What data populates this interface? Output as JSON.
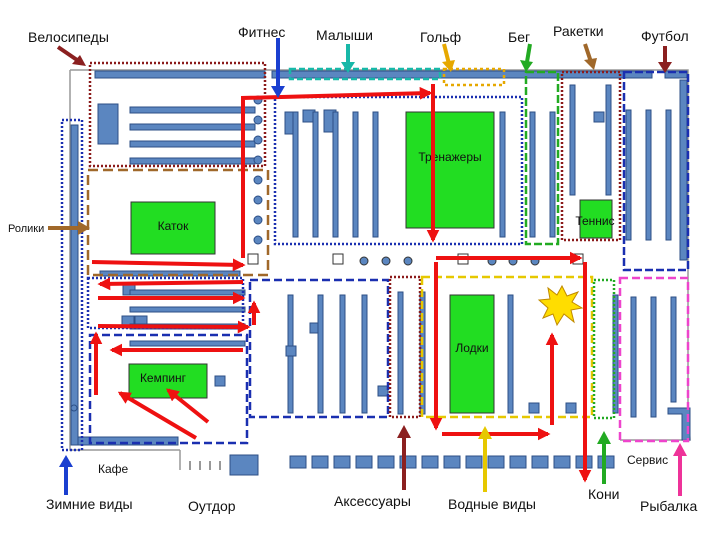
{
  "labels": {
    "bikes": "Велосипеды",
    "fitness": "Фитнес",
    "kids": "Малыши",
    "golf": "Гольф",
    "running": "Бег",
    "rackets": "Ракетки",
    "football": "Футбол",
    "rollers": "Ролики",
    "trainers": "Тренажеры",
    "tennis": "Теннис",
    "rink": "Каток",
    "boats": "Лодки",
    "camping": "Кемпинг",
    "cafe": "Кафе",
    "service": "Сервис",
    "winter": "Зимние виды",
    "outdoor": "Оутдор",
    "accessories": "Аксессуары",
    "water": "Водные виды",
    "horses": "Кони",
    "fishing": "Рыбалка"
  },
  "colors": {
    "shelf_fill": "#5b86c0",
    "shelf_stroke": "#2c4f86",
    "display_green": "#22dd22",
    "route_red": "#ee1111",
    "zone_navy": "#1a2fb0",
    "zone_maroon": "#8b1a1a",
    "zone_teal": "#18b8a8",
    "zone_gold": "#e6a800",
    "zone_green": "#22aa22",
    "zone_brown": "#a0682a",
    "zone_pink": "#ee44cc",
    "arrow_darkred": "#8b2020",
    "arrow_blue": "#1a3fd0",
    "arrow_magenta": "#ee3399",
    "star_yellow": "#ffdd00"
  }
}
